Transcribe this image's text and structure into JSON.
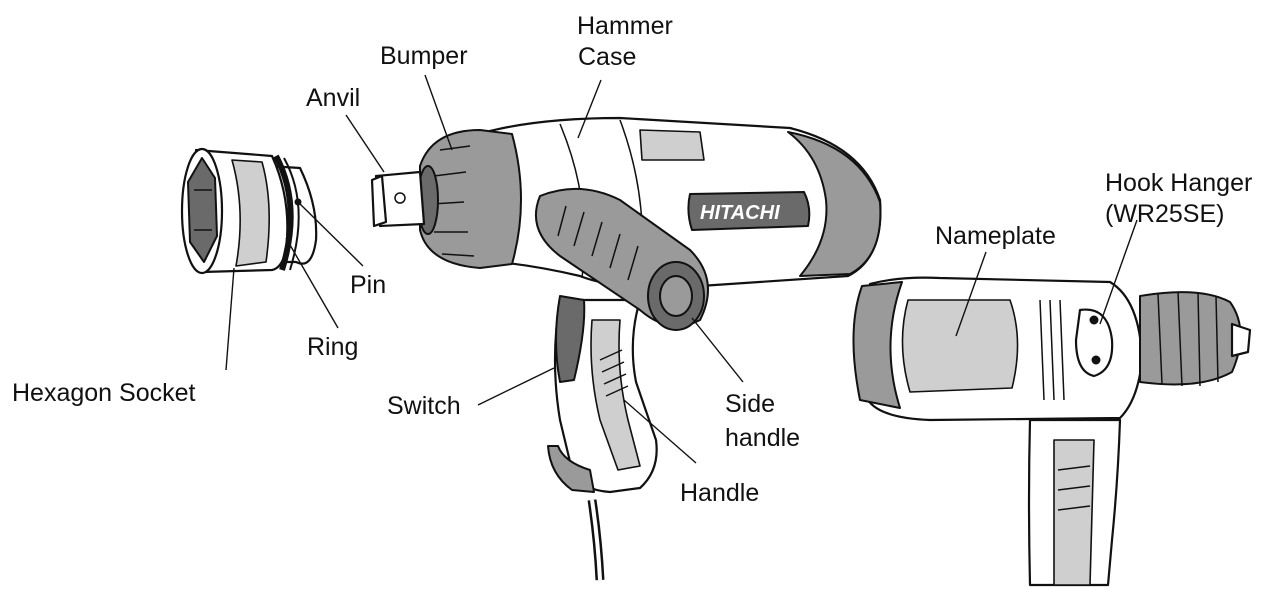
{
  "labels": {
    "hammer_case_1": "Hammer",
    "hammer_case_2": "Case",
    "bumper": "Bumper",
    "anvil": "Anvil",
    "pin": "Pin",
    "ring": "Ring",
    "hexagon_socket": "Hexagon Socket",
    "switch": "Switch",
    "side_handle_1": "Side",
    "side_handle_2": "handle",
    "handle": "Handle",
    "hook_hanger_1": "Hook Hanger",
    "hook_hanger_2": "(WR25SE)",
    "nameplate": "Nameplate"
  },
  "brand_logo": "HITACHI",
  "icons": {
    "socket": "hexagon-socket-drawing",
    "wrench_front": "impact-wrench-drawing",
    "wrench_rear": "impact-wrench-rear-drawing"
  }
}
